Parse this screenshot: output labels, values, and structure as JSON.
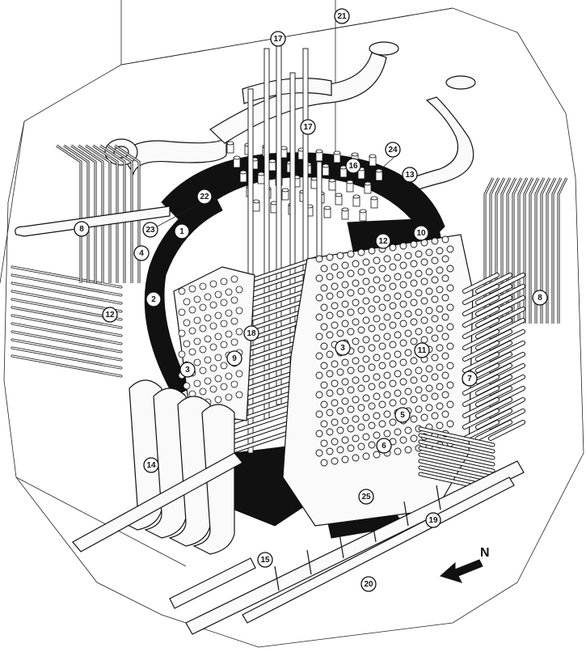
{
  "figure": {
    "callouts": [
      {
        "id": "c21a",
        "label": "21"
      },
      {
        "id": "c17a",
        "label": "17"
      },
      {
        "id": "c17b",
        "label": "17"
      },
      {
        "id": "c24",
        "label": "24"
      },
      {
        "id": "c16",
        "label": "16"
      },
      {
        "id": "c13",
        "label": "13"
      },
      {
        "id": "c22",
        "label": "22"
      },
      {
        "id": "c8a",
        "label": "8"
      },
      {
        "id": "c23",
        "label": "23"
      },
      {
        "id": "c1",
        "label": "1"
      },
      {
        "id": "c4",
        "label": "4"
      },
      {
        "id": "c12a",
        "label": "12"
      },
      {
        "id": "c10",
        "label": "10"
      },
      {
        "id": "c12b",
        "label": "12"
      },
      {
        "id": "c2",
        "label": "2"
      },
      {
        "id": "c18",
        "label": "18"
      },
      {
        "id": "c3a",
        "label": "3"
      },
      {
        "id": "c3b",
        "label": "3"
      },
      {
        "id": "c9",
        "label": "9"
      },
      {
        "id": "c11",
        "label": "11"
      },
      {
        "id": "c8b",
        "label": "8"
      },
      {
        "id": "c7",
        "label": "7"
      },
      {
        "id": "c5",
        "label": "5"
      },
      {
        "id": "c6",
        "label": "6"
      },
      {
        "id": "c14",
        "label": "14"
      },
      {
        "id": "c25",
        "label": "25"
      },
      {
        "id": "c19",
        "label": "19"
      },
      {
        "id": "c15",
        "label": "15"
      },
      {
        "id": "c20",
        "label": "20"
      }
    ],
    "north_label": "N"
  }
}
